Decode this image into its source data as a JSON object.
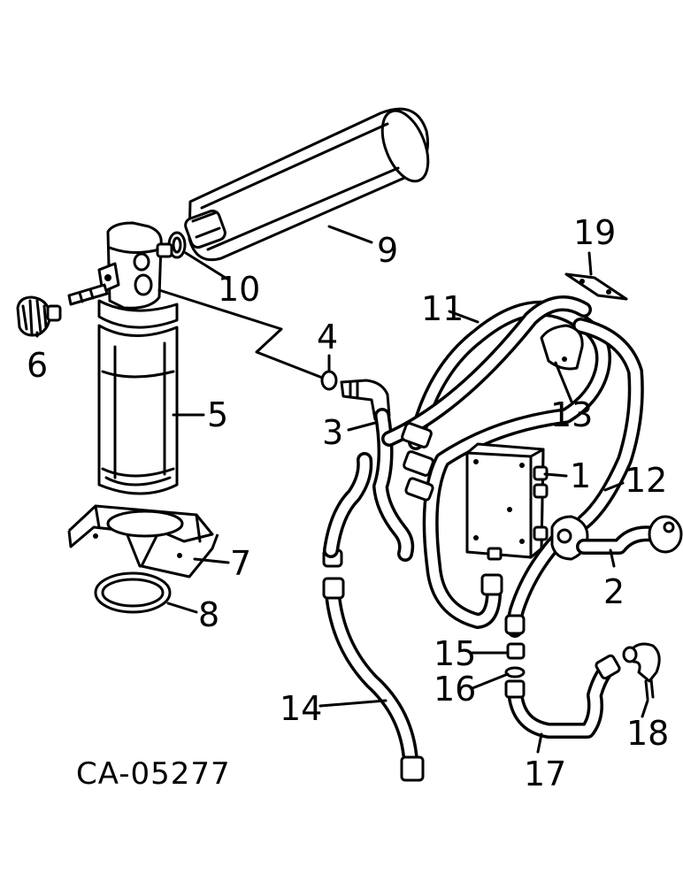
{
  "figure_id": "CA-05277",
  "callouts": {
    "c1": "1",
    "c2": "2",
    "c3": "3",
    "c4": "4",
    "c5": "5",
    "c6": "6",
    "c7": "7",
    "c8": "8",
    "c9": "9",
    "c10": "10",
    "c11": "11",
    "c12": "12",
    "c13": "13",
    "c14": "14",
    "c15": "15",
    "c16": "16",
    "c17": "17",
    "c18": "18",
    "c19": "19"
  }
}
